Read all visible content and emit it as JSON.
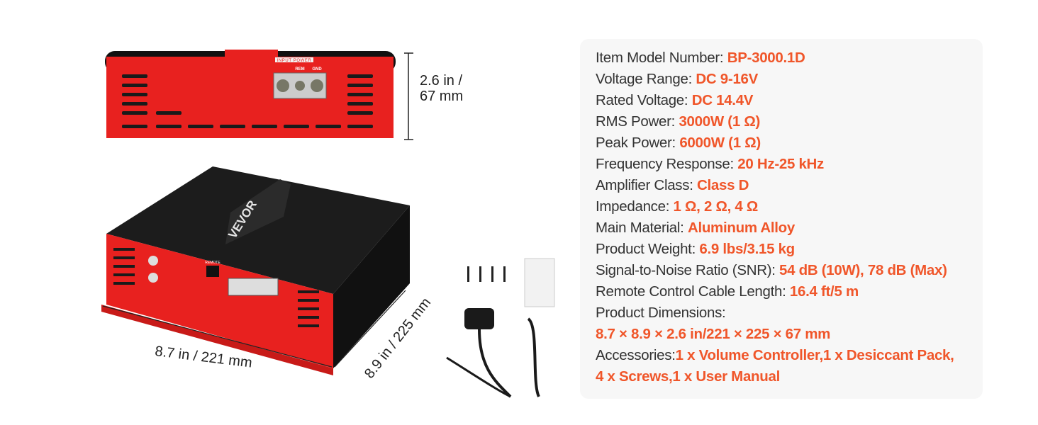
{
  "specs": [
    {
      "label": "Item Model Number: ",
      "value": "BP-3000.1D"
    },
    {
      "label": "Voltage Range: ",
      "value": "DC 9-16V"
    },
    {
      "label": "Rated Voltage: ",
      "value": "DC 14.4V"
    },
    {
      "label": "RMS Power: ",
      "value": "3000W (1 Ω)"
    },
    {
      "label": "Peak Power: ",
      "value": "6000W (1 Ω)"
    },
    {
      "label": "Frequency Response: ",
      "value": "20 Hz-25 kHz"
    },
    {
      "label": "Amplifier Class: ",
      "value": "Class D"
    },
    {
      "label": "Impedance: ",
      "value": "1 Ω, 2 Ω, 4 Ω"
    },
    {
      "label": "Main Material: ",
      "value": "Aluminum Alloy"
    },
    {
      "label": "Product Weight: ",
      "value": "6.9 lbs/3.15 kg"
    },
    {
      "label": "Signal-to-Noise Ratio (SNR): ",
      "value": "54 dB (10W), 78 dB (Max)"
    },
    {
      "label": "Remote Control Cable Length: ",
      "value": "16.4 ft/5 m"
    },
    {
      "label": "Product Dimensions:",
      "value": ""
    },
    {
      "label": "",
      "value": "8.7 × 8.9 × 2.6 in/221 × 225 × 67 mm"
    },
    {
      "label": "Accessories:",
      "value": "1 x Volume Controller,1 x Desiccant Pack,"
    },
    {
      "label": "",
      "value": "4 x Screws,1 x User Manual"
    }
  ],
  "dimensions": {
    "height_line1": "2.6 in /",
    "height_line2": "67 mm",
    "width": "8.7 in / 221 mm",
    "depth": "8.9 in / 225 mm"
  },
  "product": {
    "brand": "VEVOR",
    "terminal_labels": [
      "REM",
      "GND"
    ],
    "panel_label": "INPUT POWER",
    "remote_label": "REMOTE"
  },
  "colors": {
    "accent": "#f0562a",
    "amp_red": "#e8211f",
    "heatsink": "#161616"
  }
}
